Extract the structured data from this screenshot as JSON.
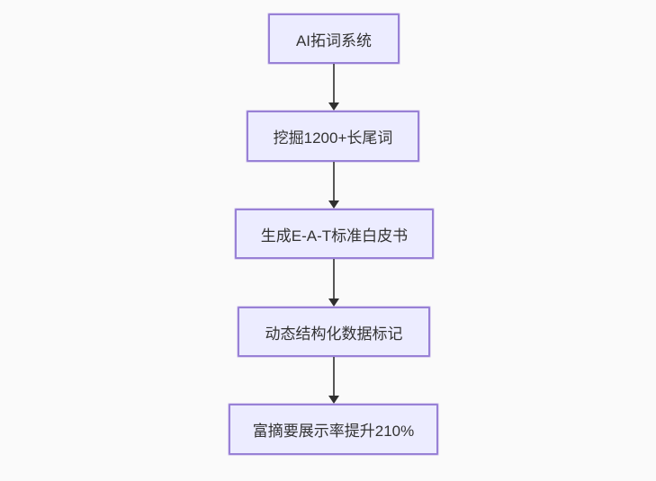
{
  "diagram": {
    "type": "flowchart",
    "direction": "top-down",
    "nodes": [
      {
        "id": "n1",
        "label": "AI拓词系统"
      },
      {
        "id": "n2",
        "label": "挖掘1200+长尾词"
      },
      {
        "id": "n3",
        "label": "生成E-A-T标准白皮书"
      },
      {
        "id": "n4",
        "label": "动态结构化数据标记"
      },
      {
        "id": "n5",
        "label": "富摘要展示率提升210%"
      }
    ],
    "edges": [
      {
        "from": "n1",
        "to": "n2"
      },
      {
        "from": "n2",
        "to": "n3"
      },
      {
        "from": "n3",
        "to": "n4"
      },
      {
        "from": "n4",
        "to": "n5"
      }
    ],
    "colors": {
      "background": "#fafafa",
      "node_fill": "#ECECFF",
      "node_border": "#9370DB",
      "node_text": "#333333",
      "edge_line": "#565656",
      "edge_arrowhead": "#2f2f2f"
    }
  }
}
